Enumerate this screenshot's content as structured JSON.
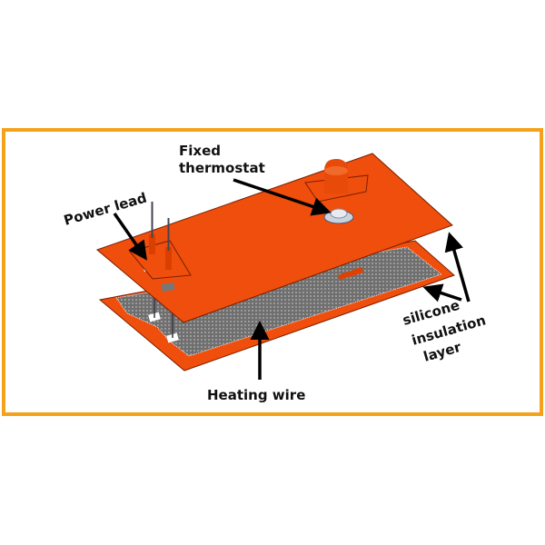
{
  "labels": {
    "thermostat_line1": "Fixed",
    "thermostat_line2": "thermostat",
    "power_lead": "Power lead",
    "insulation_line1": "silicone",
    "insulation_line2": "insulation",
    "insulation_line3": "layer",
    "heating_wire": "Heating wire"
  },
  "colors": {
    "frame": "#f5a21b",
    "silicone": "#f04e0c",
    "mesh": "#7a7a7a",
    "arrow": "#000000"
  }
}
